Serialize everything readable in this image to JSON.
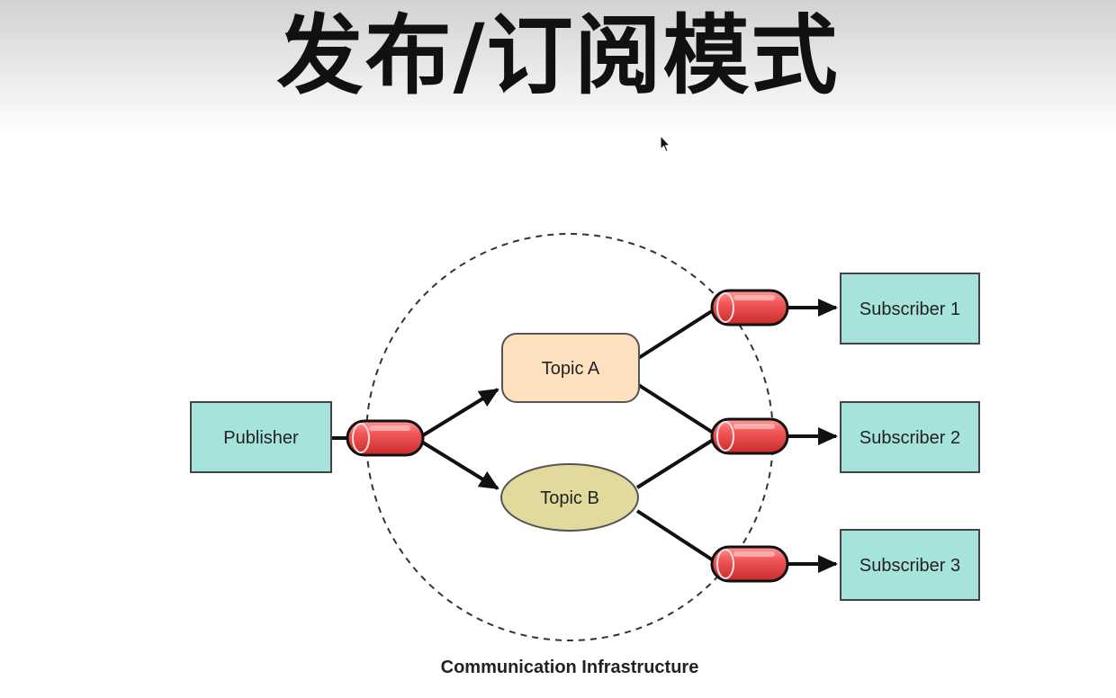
{
  "title": "发布/订阅模式",
  "diagram": {
    "publisher": "Publisher",
    "topic_a": "Topic A",
    "topic_b": "Topic B",
    "subscribers": [
      "Subscriber 1",
      "Subscriber 2",
      "Subscriber 3"
    ],
    "caption": "Communication Infrastructure"
  },
  "colors": {
    "box_fill": "#a6e3dc",
    "topic_a_fill": "#fde0bd",
    "topic_b_fill": "#e2d99c",
    "pipe_fill": "#ee5353",
    "line": "#111111"
  },
  "icons": {
    "cursor": "mouse-pointer-icon",
    "pipe": "message-queue-pipe-icon"
  }
}
